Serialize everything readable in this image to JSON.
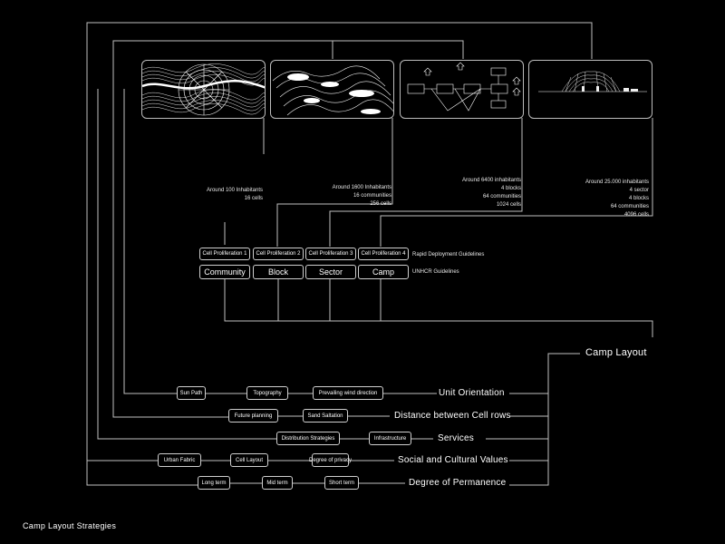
{
  "footer_title": "Camp Layout Strategies",
  "scale_info": [
    {
      "lines": [
        "Around 100 Inhabitants",
        "16 cells"
      ]
    },
    {
      "lines": [
        "Around 1600 Inhabitants",
        "16 communities",
        "256 cells"
      ]
    },
    {
      "lines": [
        "Around 6400 inhabitants",
        "4 blocks",
        "64 communities",
        "1024 cells"
      ]
    },
    {
      "lines": [
        "Around 25.000 inhabitants",
        "4 sector",
        "4 blocks",
        "64 communities",
        "4096 cells"
      ]
    }
  ],
  "proliferation": [
    "Cell Proliferation 1",
    "Cell Proliferation 2",
    "Cell Proliferation 3",
    "Cell Proliferation 4"
  ],
  "units": [
    "Community",
    "Block",
    "Sector",
    "Camp"
  ],
  "rapid_label": "Rapid Deployment Guidelines",
  "unhcr_label": "UNHCR Guidelines",
  "camp_layout": "Camp Layout",
  "categories": [
    {
      "label": "Unit Orientation",
      "items": [
        "Sun Path",
        "Topography",
        "Prevailing wind direction"
      ]
    },
    {
      "label": "Distance between Cell rows",
      "items": [
        "Future planning",
        "Sand Saltation"
      ]
    },
    {
      "label": "Services",
      "items": [
        "Distribution Strategies",
        "Infrastructure"
      ]
    },
    {
      "label": "Social and Cultural Values",
      "items": [
        "Urban Fabric",
        "Cell Layout",
        "Degree of privacy"
      ]
    },
    {
      "label": "Degree of Permanence",
      "items": [
        "Long term",
        "Mid term",
        "Short term"
      ]
    }
  ]
}
